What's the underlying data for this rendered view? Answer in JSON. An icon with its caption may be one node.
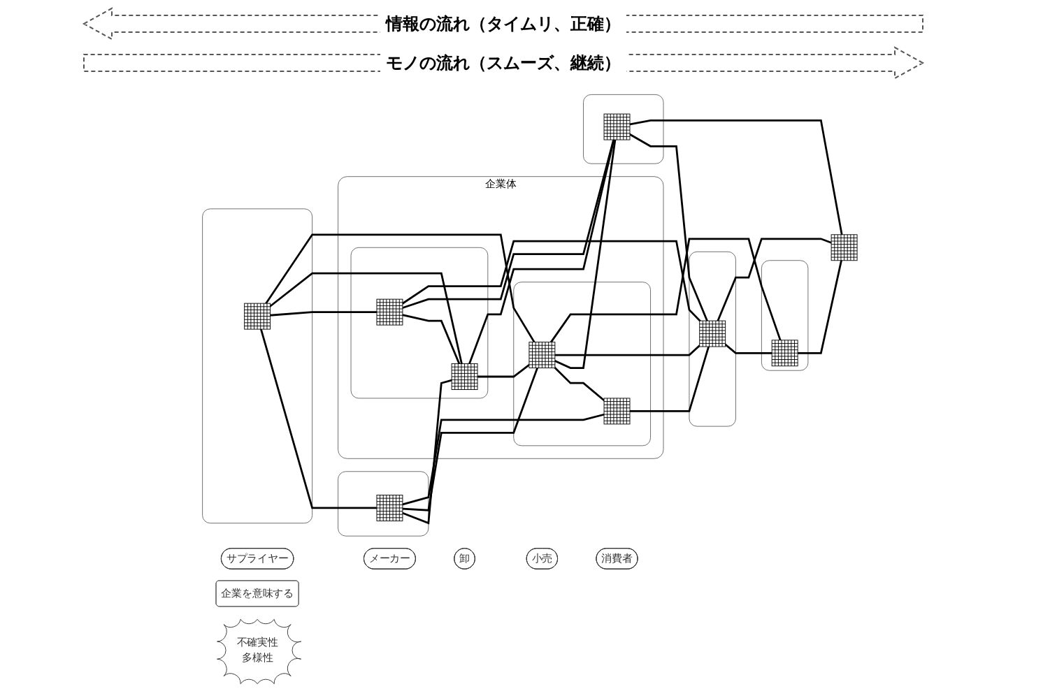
{
  "diagram": {
    "nodes": [
      {
        "text": [
          "サプライヤー"
        ]
      },
      {
        "text": [
          "メーカー"
        ]
      },
      {
        "text": [
          "卸"
        ]
      },
      {
        "text": [
          "小売"
        ]
      },
      {
        "text": [
          "消費者"
        ]
      },
      {
        "text": [
          "企業を意味する"
        ]
      },
      {
        "text": [],
        "shape": "box"
      },
      {
        "text": [],
        "shape": "grid",
        "in": 6
      },
      {
        "text": [],
        "shape": "box"
      },
      {
        "text": [],
        "shape": "grid",
        "in": 8
      },
      {
        "text": [
          "企業体"
        ]
      },
      {
        "text": [],
        "shape": "box",
        "in": 10
      },
      {
        "text": [],
        "shape": "grid",
        "in": 11
      },
      {
        "text": [],
        "shape": "grid",
        "in": 11
      },
      {
        "text": [],
        "shape": "box",
        "in": 10
      },
      {
        "text": [],
        "shape": "grid",
        "in": 14
      },
      {
        "text": [],
        "shape": "grid",
        "in": 14
      },
      {
        "text": [],
        "shape": "box"
      },
      {
        "text": [],
        "shape": "grid",
        "in": 17
      },
      {
        "text": [],
        "shape": "box"
      },
      {
        "text": [],
        "shape": "grid",
        "in": 19
      },
      {
        "text": [],
        "shape": "box"
      },
      {
        "text": [],
        "shape": "grid",
        "in": 21
      },
      {
        "text": [],
        "shape": "grid"
      },
      {
        "text": [
          "不確実性",
          "多様性"
        ]
      }
    ],
    "edges": [
      {
        "from": 7,
        "to": 9,
        "arrow": "none"
      },
      {
        "from": 7,
        "to": 12,
        "arrow": "none"
      },
      {
        "from": 7,
        "to": 13,
        "arrow": "none"
      },
      {
        "from": 7,
        "to": 15,
        "arrow": "none"
      },
      {
        "from": 9,
        "to": 13,
        "arrow": "none"
      },
      {
        "from": 9,
        "to": 15,
        "arrow": "none"
      },
      {
        "from": 9,
        "to": 16,
        "arrow": "none"
      },
      {
        "from": 12,
        "to": 13,
        "arrow": "none"
      },
      {
        "from": 13,
        "to": 15,
        "arrow": "none"
      },
      {
        "from": 15,
        "to": 16,
        "arrow": "none"
      },
      {
        "from": 12,
        "to": 18,
        "arrow": "none"
      },
      {
        "from": 12,
        "to": 20,
        "arrow": "none"
      },
      {
        "from": 13,
        "to": 18,
        "arrow": "none"
      },
      {
        "from": 15,
        "to": 18,
        "arrow": "none"
      },
      {
        "from": 15,
        "to": 20,
        "arrow": "none"
      },
      {
        "from": 15,
        "to": 22,
        "arrow": "none"
      },
      {
        "from": 16,
        "to": 20,
        "arrow": "none"
      },
      {
        "from": 18,
        "to": 20,
        "arrow": "none"
      },
      {
        "from": 20,
        "to": 22,
        "arrow": "none"
      },
      {
        "from": 18,
        "to": 23,
        "arrow": "none"
      },
      {
        "from": 20,
        "to": 23,
        "arrow": "none"
      },
      {
        "from": 22,
        "to": 23,
        "arrow": "none"
      }
    ],
    "labels": [
      "情報の流れ（タイムリ、正確）",
      "モノの流れ（スムーズ、継続）"
    ]
  }
}
